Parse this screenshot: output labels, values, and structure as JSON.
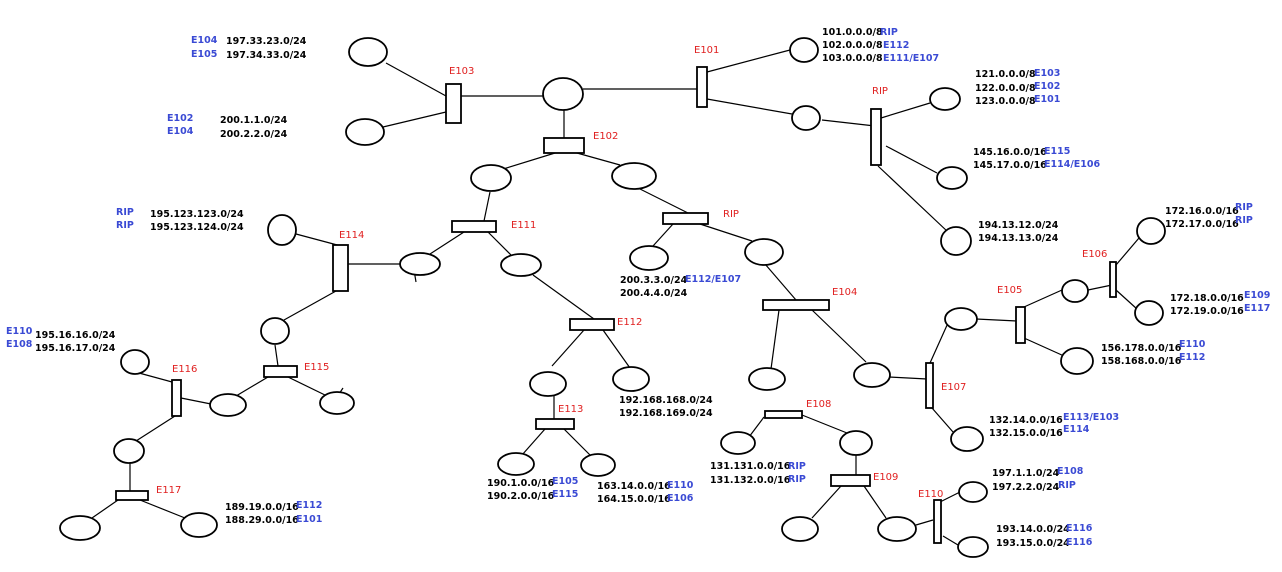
{
  "colors": {
    "router_label": "#e02020",
    "protocol_tag": "#3a4ad4",
    "text": "#000000",
    "line": "#000000"
  },
  "routers": {
    "E101": "E101",
    "E102": "E102",
    "E103": "E103",
    "E104": "E104",
    "E105": "E105",
    "E106": "E106",
    "E107": "E107",
    "E108": "E108",
    "E109": "E109",
    "E110": "E110",
    "E111": "E111",
    "E112": "E112",
    "E113": "E113",
    "E114": "E114",
    "E115": "E115",
    "E116": "E116",
    "E117": "E117",
    "RIP_top": "RIP",
    "RIP_mid": "RIP"
  },
  "route_tables": {
    "top_left_1": [
      {
        "net": "197.33.23.0/24",
        "src": "E104"
      },
      {
        "net": "197.34.33.0/24",
        "src": "E105"
      }
    ],
    "top_left_2": [
      {
        "net": "200.1.1.0/24",
        "src": "E102"
      },
      {
        "net": "200.2.2.0/24",
        "src": "E104"
      }
    ],
    "e101": [
      {
        "net": "101.0.0.0/8",
        "src": "RIP"
      },
      {
        "net": "102.0.0.0/8",
        "src": "E112"
      },
      {
        "net": "103.0.0.0/8",
        "src": "E111/E107"
      }
    ],
    "rip_top_1": [
      {
        "net": "121.0.0.0/8",
        "src": "E103"
      },
      {
        "net": "122.0.0.0/8",
        "src": "E102"
      },
      {
        "net": "123.0.0.0/8",
        "src": "E101"
      }
    ],
    "rip_top_2": [
      {
        "net": "145.16.0.0/16",
        "src": "E115"
      },
      {
        "net": "145.17.0.0/16",
        "src": "E114/E106"
      }
    ],
    "rip_top_3": [
      {
        "net": "194.13.12.0/24",
        "src": ""
      },
      {
        "net": "194.13.13.0/24",
        "src": ""
      }
    ],
    "e114": [
      {
        "net": "195.123.123.0/24",
        "src": "RIP"
      },
      {
        "net": "195.123.124.0/24",
        "src": "RIP"
      }
    ],
    "rip_mid": [
      {
        "net": "200.3.3.0/24",
        "src": "E112/E107"
      },
      {
        "net": "200.4.4.0/24",
        "src": ""
      }
    ],
    "e106_1": [
      {
        "net": "172.16.0.0/16",
        "src": "RIP"
      },
      {
        "net": "172.17.0.0/16",
        "src": "RIP"
      }
    ],
    "e106_2": [
      {
        "net": "172.18.0.0/16",
        "src": "E109"
      },
      {
        "net": "172.19.0.0/16",
        "src": "E117"
      }
    ],
    "e105": [
      {
        "net": "156.178.0.0/16",
        "src": "E110"
      },
      {
        "net": "158.168.0.0/16",
        "src": "E112"
      }
    ],
    "e116": [
      {
        "net": "195.16.16.0/24",
        "src": "E110"
      },
      {
        "net": "195.16.17.0/24",
        "src": "E108"
      }
    ],
    "e112": [
      {
        "net": "192.168.168.0/24",
        "src": ""
      },
      {
        "net": "192.168.169.0/24",
        "src": ""
      }
    ],
    "e107": [
      {
        "net": "132.14.0.0/16",
        "src": "E113/E103"
      },
      {
        "net": "132.15.0.0/16",
        "src": "E114"
      }
    ],
    "e108": [
      {
        "net": "131.131.0.0/16",
        "src": "RIP"
      },
      {
        "net": "131.132.0.0/16",
        "src": "RIP"
      }
    ],
    "e113_1": [
      {
        "net": "190.1.0.0/16",
        "src": "E105"
      },
      {
        "net": "190.2.0.0/16",
        "src": "E115"
      }
    ],
    "e113_2": [
      {
        "net": "163.14.0.0/16",
        "src": "E110"
      },
      {
        "net": "164.15.0.0/16",
        "src": "E106"
      }
    ],
    "e110_1": [
      {
        "net": "197.1.1.0/24",
        "src": "E108"
      },
      {
        "net": "197.2.2.0/24",
        "src": "RIP"
      }
    ],
    "e110_2": [
      {
        "net": "193.14.0.0/24",
        "src": "E116"
      },
      {
        "net": "193.15.0.0/24",
        "src": "E116"
      }
    ],
    "e117": [
      {
        "net": "189.19.0.0/16",
        "src": "E112"
      },
      {
        "net": "188.29.0.0/16",
        "src": "E101"
      }
    ]
  }
}
